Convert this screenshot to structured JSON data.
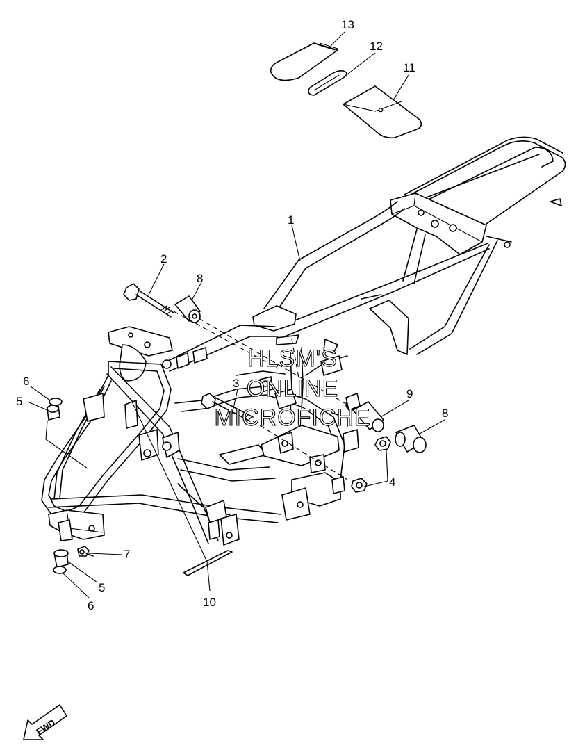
{
  "watermark": {
    "line1": "HLSM'S",
    "line2": "ONLINE",
    "line3": "MICROFICHE"
  },
  "callouts": {
    "c1": "1",
    "c2": "2",
    "c3": "3",
    "c4": "4",
    "c5a": "5",
    "c5b": "5",
    "c6a": "6",
    "c6b": "6",
    "c7": "7",
    "c8a": "8",
    "c8b": "8",
    "c9": "9",
    "c10": "10",
    "c11": "11",
    "c12": "12",
    "c13": "13"
  },
  "fwd_badge": {
    "label": "FWD"
  }
}
